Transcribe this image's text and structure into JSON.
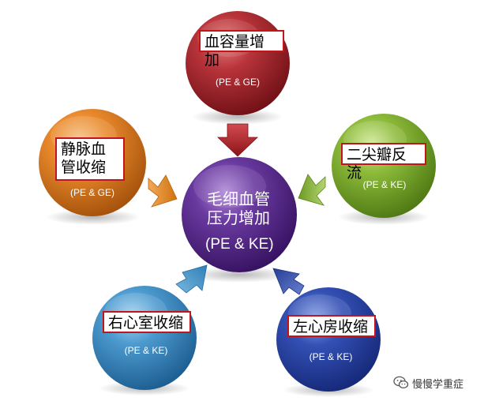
{
  "diagram": {
    "center": {
      "title_line1": "毛细血管",
      "title_line2": "压力增加",
      "subtitle": "(PE & KE)",
      "color": "#5b2e8c"
    },
    "nodes": {
      "top": {
        "label": "血容量增加",
        "subtitle": "(PE & GE)",
        "color": "#a8202a"
      },
      "left": {
        "label": "静脉血管收缩",
        "subtitle": "(PE & GE)",
        "color": "#e8831f"
      },
      "right": {
        "label": "二尖瓣反流",
        "subtitle": "(PE & KE)",
        "color": "#7fae2c"
      },
      "bottom_left": {
        "label": "右心室收缩",
        "subtitle": "(PE & KE)",
        "color": "#3f8fc4"
      },
      "bottom_right": {
        "label": "左心房收缩",
        "subtitle": "(PE & KE)",
        "color": "#2c46a8"
      }
    },
    "arrow_colors": {
      "top": "#b3262d",
      "left": "#e98a2a",
      "right": "#86b33a",
      "bottom_left": "#4596c9",
      "bottom_right": "#34509f"
    }
  },
  "watermark": {
    "text": "慢慢学重症",
    "icon": "wechat-icon"
  }
}
